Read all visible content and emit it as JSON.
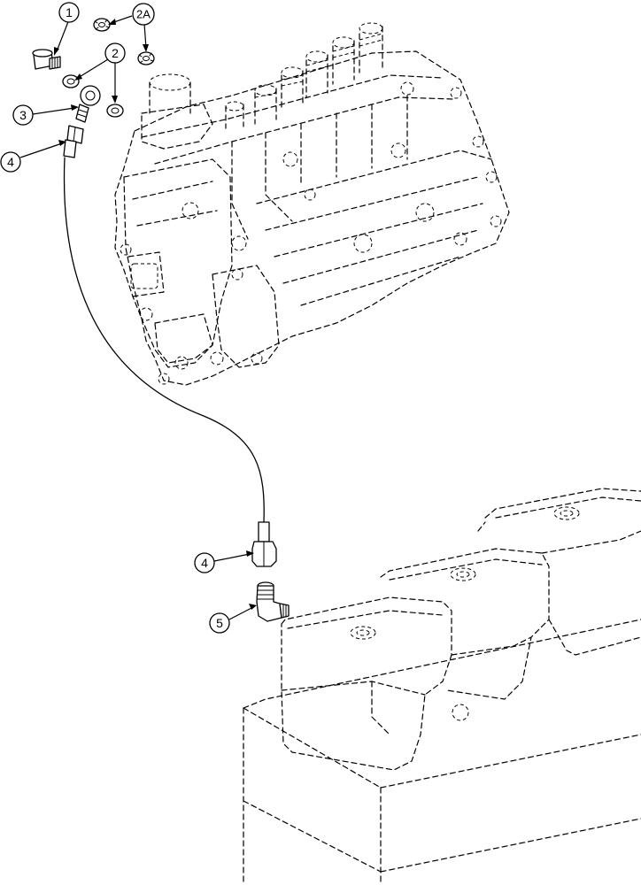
{
  "callouts": {
    "c1": "1",
    "c2a": "2A",
    "c2": "2",
    "c3": "3",
    "c4_top": "4",
    "c4_bottom": "4",
    "c5": "5"
  }
}
